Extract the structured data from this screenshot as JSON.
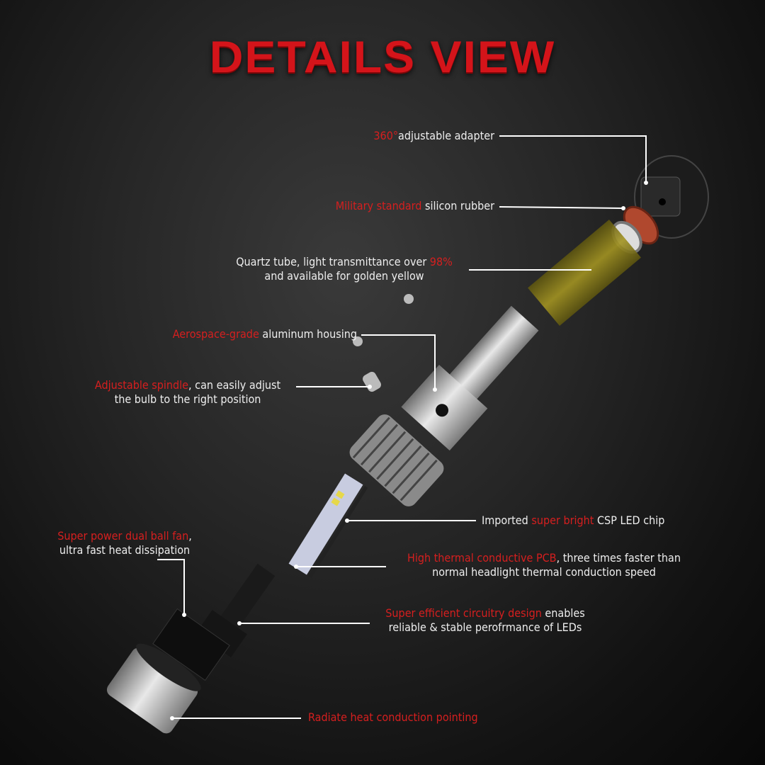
{
  "title": "DETAILS VIEW",
  "colors": {
    "accent_red": "#d61f1f",
    "text_white": "#eeeeee",
    "quartz_yellow": "#8a7a1a"
  },
  "labels": {
    "adapter": {
      "red": "360°",
      "white": "adjustable adapter"
    },
    "rubber": {
      "red": "Military standard",
      "white": " silicon rubber"
    },
    "quartz": {
      "line1_white": "Quartz tube, light transmittance over ",
      "line1_red": "98%",
      "line2": "and available for golden yellow"
    },
    "housing": {
      "red": "Aerospace-grade",
      "white": " aluminum housing"
    },
    "spindle": {
      "red": "Adjustable spindle",
      "white": ", can easily adjust",
      "line2": "the bulb to the right position"
    },
    "chip": {
      "white1": "Imported ",
      "red": "super bright",
      "white2": " CSP LED chip"
    },
    "fan": {
      "red": "Super power dual ball fan",
      "white": ",",
      "line2": "ultra fast heat dissipation"
    },
    "pcb": {
      "red": "High thermal conductive PCB",
      "white": ", three times faster than",
      "line2": "normal headlight thermal conduction speed"
    },
    "circuit": {
      "red": "Super efficient circuitry design",
      "white": " enables",
      "line2": "reliable & stable perofrmance of LEDs"
    },
    "radiate": {
      "red": "Radiate heat conduction pointing"
    }
  }
}
